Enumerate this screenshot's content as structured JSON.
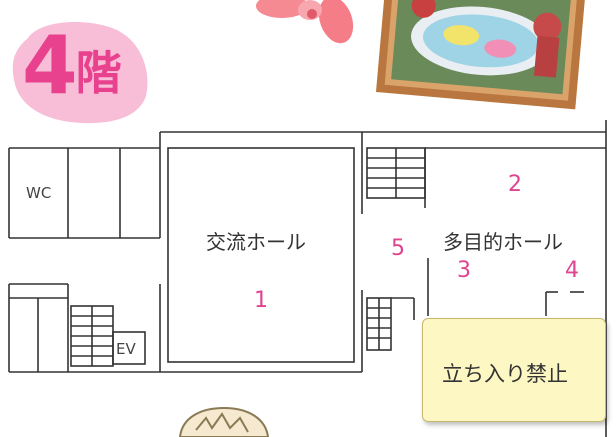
{
  "floor_label": {
    "number": "4",
    "suffix": "階"
  },
  "rooms": {
    "wc": "WC",
    "ev": "EV",
    "exchange_hall": "交流ホール",
    "multipurpose_hall": "多目的ホール"
  },
  "markers": [
    "1",
    "2",
    "3",
    "4",
    "5"
  ],
  "notice": "立ち入り禁止",
  "colors": {
    "accent": "#e8418e",
    "badge_bg": "#f7b3d0",
    "notice_bg": "#fdf7c3",
    "frame": "#b9763e"
  }
}
